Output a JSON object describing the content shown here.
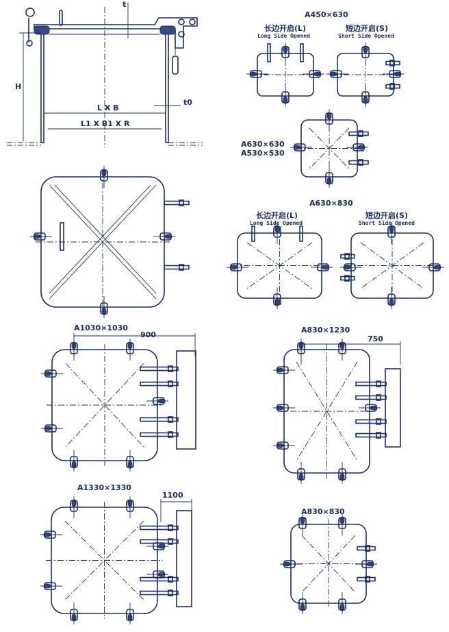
{
  "section_view": {
    "h_label": "H",
    "t_label": "t",
    "t0_label": "t0",
    "lxb_label": "L X B",
    "l1b1r_label": "L1 X B1 X R"
  },
  "hatches": [
    {
      "title": "A450×630",
      "variants": [
        {
          "cn": "长边开启(L)",
          "en": "Long Side Opened"
        },
        {
          "cn": "短边开启(S)",
          "en": "Short Side Opened"
        }
      ]
    },
    {
      "title": "A630×630",
      "title2": "A530×530"
    },
    {
      "title": "A630×830",
      "variants": [
        {
          "cn": "长边开启(L)",
          "en": "Long Side Opened"
        },
        {
          "cn": "短边开启(S)",
          "en": "Short Side Opened"
        }
      ]
    },
    {
      "title": "A1030×1030",
      "dimension": "900"
    },
    {
      "title": "A830×1230",
      "dimension": "750"
    },
    {
      "title": "A1330×1330",
      "dimension": "1100"
    },
    {
      "title": "A830×830"
    }
  ]
}
